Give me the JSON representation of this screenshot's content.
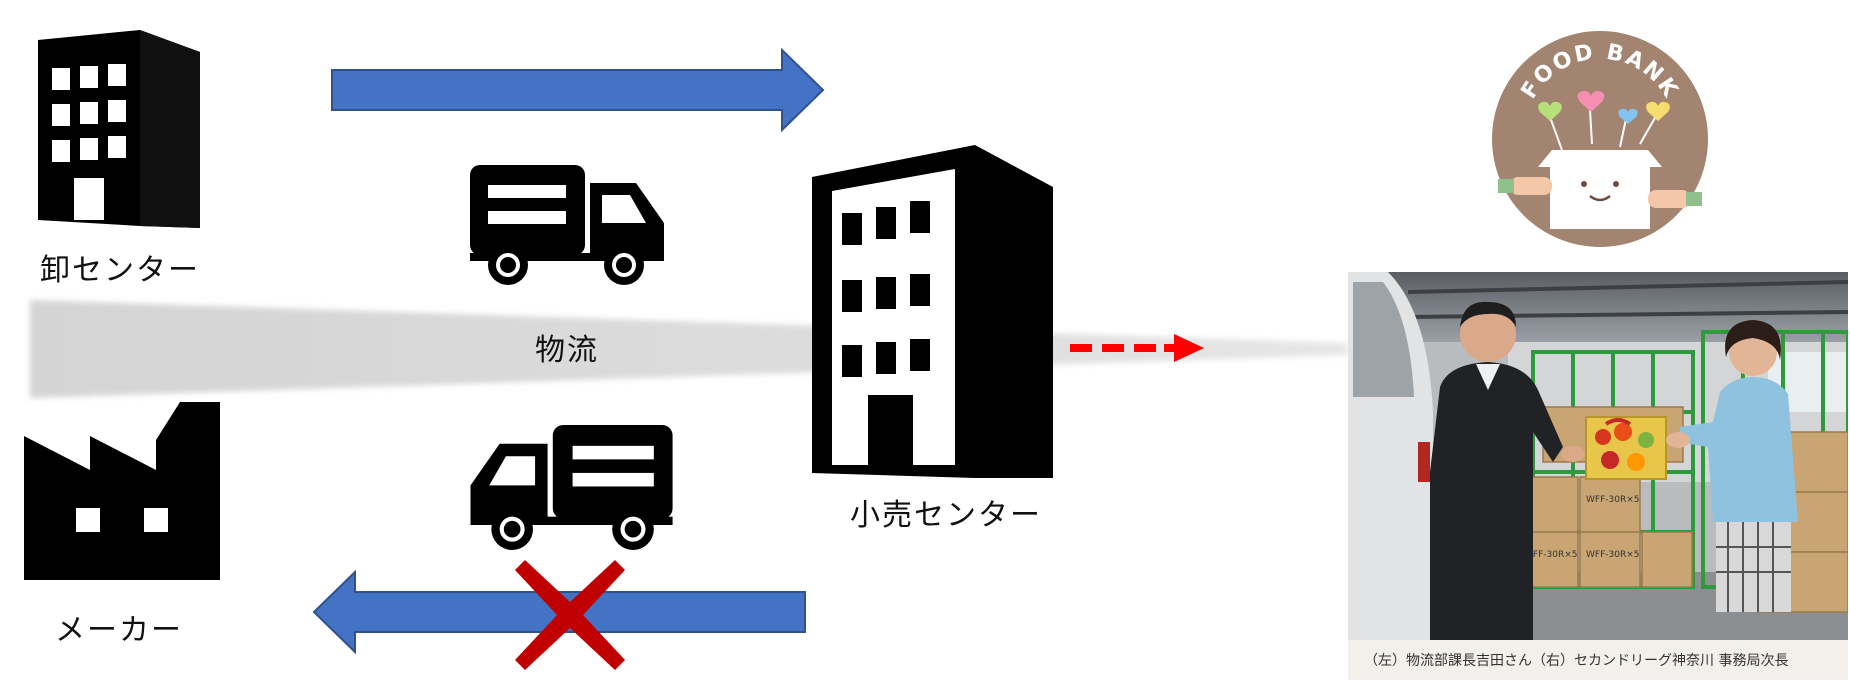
{
  "nodes": {
    "wholesale_center": "卸センター",
    "manufacturer": "メーカー",
    "retail_center": "小売センター"
  },
  "flow_label": "物流",
  "food_bank": {
    "logo_text": "FOOD BANK"
  },
  "photo": {
    "caption": "（左）物流部課長吉田さん（右）セカンドリーグ神奈川 事務局次長",
    "box_labels": [
      "WFF-30R×5",
      "WFF-30R×5",
      "WFF-30R×5"
    ]
  },
  "colors": {
    "arrow_blue": "#4472C4",
    "cross_red": "#C00000",
    "dashed_red": "#FF0000",
    "band_gray": "#D9D9D9",
    "logo_brown": "#A38471"
  },
  "icons": {
    "wholesale": "office-building-icon",
    "manufacturer": "factory-icon",
    "retail": "office-building-icon",
    "truck_forward": "delivery-truck-icon",
    "truck_return": "delivery-truck-icon",
    "blocked": "cross-icon"
  }
}
